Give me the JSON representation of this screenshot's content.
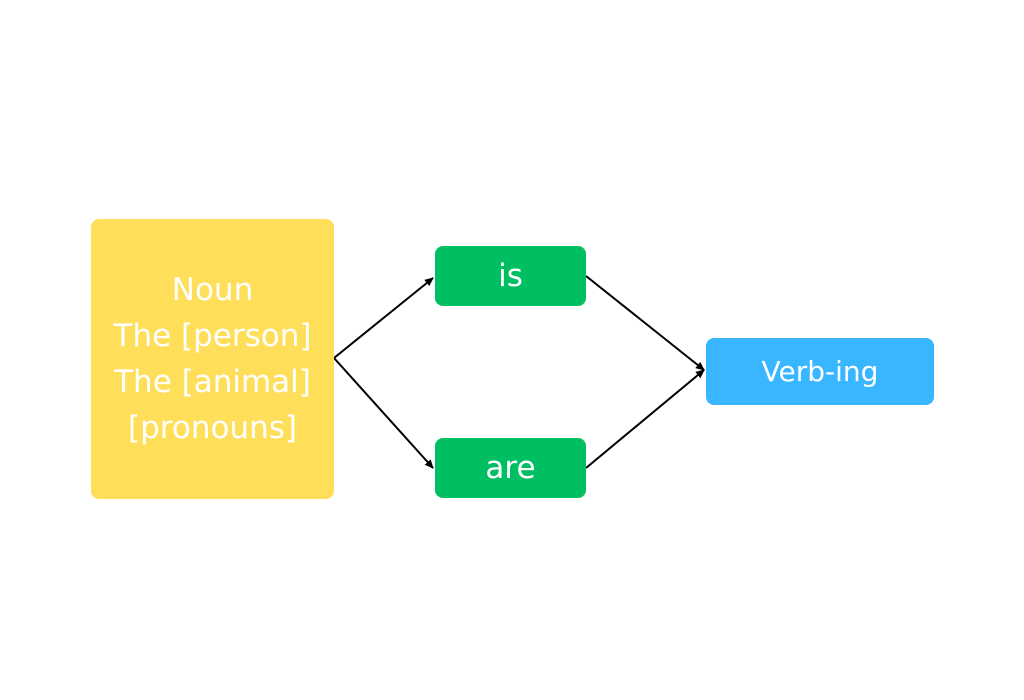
{
  "diagram": {
    "nodes": {
      "noun": {
        "lines": [
          "Noun",
          "The [person]",
          "The [animal]",
          "[pronouns]"
        ],
        "color": "#FFDE59"
      },
      "is": {
        "label": "is",
        "color": "#00BF63"
      },
      "are": {
        "label": "are",
        "color": "#00BF63"
      },
      "verb": {
        "label": "Verb-ing",
        "color": "#38B6FF"
      }
    },
    "edges": [
      {
        "from": "noun",
        "to": "is"
      },
      {
        "from": "noun",
        "to": "are"
      },
      {
        "from": "is",
        "to": "verb"
      },
      {
        "from": "are",
        "to": "verb"
      }
    ],
    "edge_color": "#000000"
  }
}
